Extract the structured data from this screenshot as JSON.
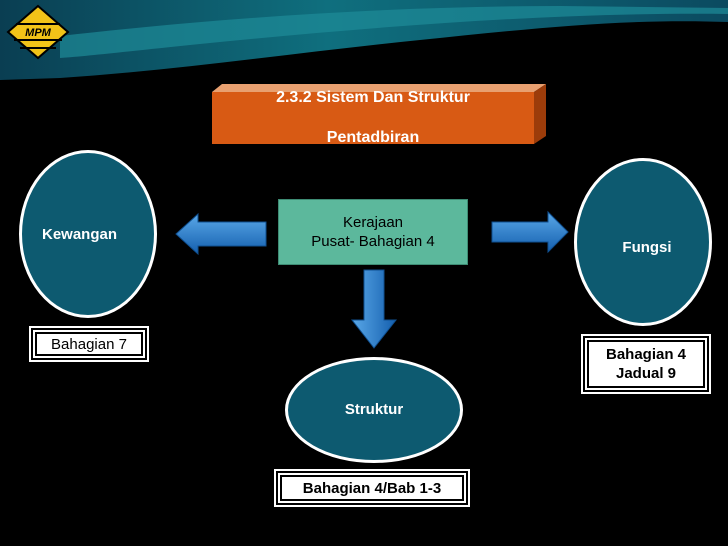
{
  "logo": {
    "text": "MPM"
  },
  "title": {
    "line1": "2.3.2  Sistem Dan Struktur",
    "line2": "Pentadbiran"
  },
  "center": {
    "line1": "Kerajaan",
    "line2": "Pusat- Bahagian 4"
  },
  "nodes": {
    "left": {
      "label": "Kewangan",
      "ref": "Bahagian 7"
    },
    "right": {
      "label": "Fungsi",
      "ref_line1": "Bahagian 4",
      "ref_line2": "Jadual 9"
    },
    "bottom": {
      "label": "Struktur",
      "ref": "Bahagian 4/Bab 1-3"
    }
  },
  "colors": {
    "title": "#d85a14",
    "center": "#5cb89c",
    "circle": "#0d5a70",
    "arrow": "#1e78c8",
    "band": "#0e6b7a"
  }
}
